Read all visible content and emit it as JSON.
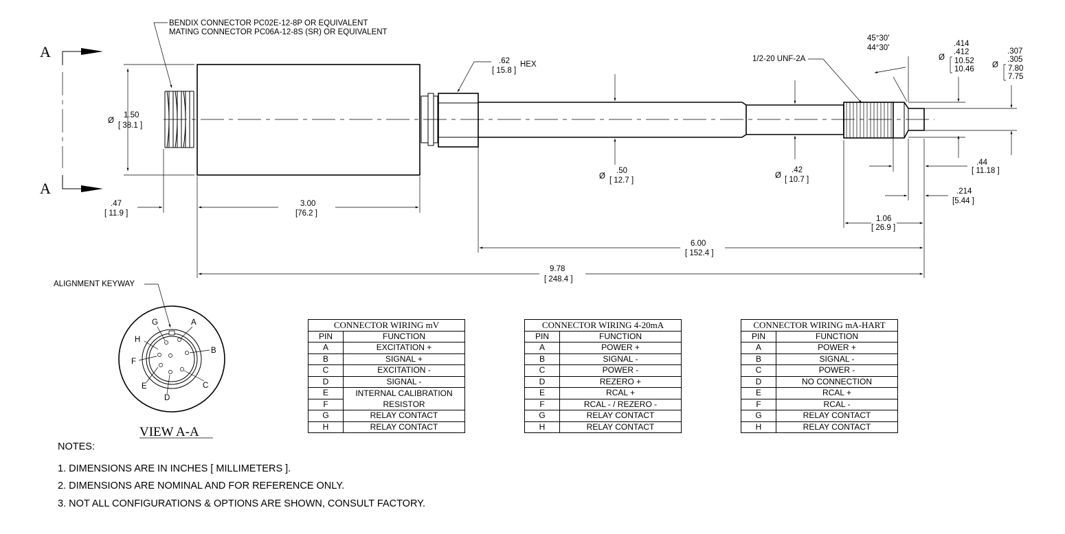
{
  "connector_note": {
    "line1": "BENDIX CONNECTOR  PC02E-12-8P OR EQUIVALENT",
    "line2": "MATING CONNECTOR  PC06A-12-8S (SR) OR EQUIVALENT"
  },
  "section_marks": {
    "top": "A",
    "bottom": "A"
  },
  "dimensions": {
    "body_dia_in": "1.50",
    "body_dia_mm": "[ 38.1 ]",
    "hex_in": ".62",
    "hex_mm": "[ 15.8 ]",
    "hex_label": "HEX",
    "shaft_dia_in": ".50",
    "shaft_dia_mm": "[ 12.7 ]",
    "neck_dia_in": ".42",
    "neck_dia_mm": "[ 10.7 ]",
    "thread_label": "1/2-20 UNF-2A",
    "angle1": "45°30'",
    "angle2": "44°30'",
    "tip_a_in1": ".414",
    "tip_a_in2": ".412",
    "tip_a_mm1": "10.52",
    "tip_a_mm2": "10.46",
    "tip_b_in1": ".307",
    "tip_b_in2": ".305",
    "tip_b_mm1": "7.80",
    "tip_b_mm2": "7.75",
    "tip_len_in": ".44",
    "tip_len_mm": "[ 11.18 ]",
    "flat_in": ".214",
    "flat_mm": "[5.44 ]",
    "thread_len_in": "1.06",
    "thread_len_mm": "[ 26.9 ]",
    "conn_len_in": ".47",
    "conn_len_mm": "[ 11.9 ]",
    "body_len_in": "3.00",
    "body_len_mm": "[76.2 ]",
    "shaft_len_in": "6.00",
    "shaft_len_mm": "[ 152.4 ]",
    "total_len_in": "9.78",
    "total_len_mm": "[ 248.4 ]",
    "dia_symbol": "Ø"
  },
  "view": {
    "keyway_label": "ALIGNMENT KEYWAY",
    "title": "VIEW A-A",
    "pins": {
      "A": "A",
      "B": "B",
      "C": "C",
      "D": "D",
      "E": "E",
      "F": "F",
      "G": "G",
      "H": "H"
    }
  },
  "tables": [
    {
      "title": "CONNECTOR WIRING mV",
      "col_pin": "PIN",
      "col_fn": "FUNCTION",
      "rows": [
        {
          "pin": "A",
          "fn": "EXCITATION +"
        },
        {
          "pin": "B",
          "fn": "SIGNAL +"
        },
        {
          "pin": "C",
          "fn": "EXCITATION -"
        },
        {
          "pin": "D",
          "fn": "SIGNAL -"
        },
        {
          "pin": "E",
          "fn": "INTERNAL CALIBRATION"
        },
        {
          "pin": "F",
          "fn": "RESISTOR"
        },
        {
          "pin": "G",
          "fn": "RELAY CONTACT"
        },
        {
          "pin": "H",
          "fn": "RELAY CONTACT"
        }
      ]
    },
    {
      "title": "CONNECTOR WIRING 4-20mA",
      "col_pin": "PIN",
      "col_fn": "FUNCTION",
      "rows": [
        {
          "pin": "A",
          "fn": "POWER +"
        },
        {
          "pin": "B",
          "fn": "SIGNAL -"
        },
        {
          "pin": "C",
          "fn": "POWER -"
        },
        {
          "pin": "D",
          "fn": "REZERO +"
        },
        {
          "pin": "E",
          "fn": "RCAL +"
        },
        {
          "pin": "F",
          "fn": "RCAL - / REZERO -"
        },
        {
          "pin": "G",
          "fn": "RELAY CONTACT"
        },
        {
          "pin": "H",
          "fn": "RELAY CONTACT"
        }
      ]
    },
    {
      "title": "CONNECTOR WIRING mA-HART",
      "col_pin": "PIN",
      "col_fn": "FUNCTION",
      "rows": [
        {
          "pin": "A",
          "fn": "POWER +"
        },
        {
          "pin": "B",
          "fn": "SIGNAL -"
        },
        {
          "pin": "C",
          "fn": "POWER -"
        },
        {
          "pin": "D",
          "fn": "NO CONNECTION"
        },
        {
          "pin": "E",
          "fn": "RCAL +"
        },
        {
          "pin": "F",
          "fn": "RCAL -"
        },
        {
          "pin": "G",
          "fn": "RELAY CONTACT"
        },
        {
          "pin": "H",
          "fn": "RELAY CONTACT"
        }
      ]
    }
  ],
  "notes": {
    "heading": "NOTES:",
    "items": [
      "1. DIMENSIONS ARE IN INCHES [ MILLIMETERS ].",
      "2. DIMENSIONS ARE NOMINAL AND FOR REFERENCE ONLY.",
      "3. NOT ALL CONFIGURATIONS & OPTIONS ARE SHOWN, CONSULT FACTORY."
    ]
  }
}
